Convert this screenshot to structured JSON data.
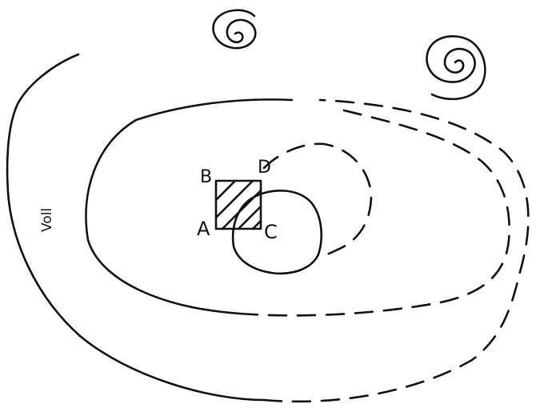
{
  "diagram": {
    "labels": {
      "a": "A",
      "b": "B",
      "c": "C",
      "d": "D",
      "region": "Voll"
    }
  }
}
